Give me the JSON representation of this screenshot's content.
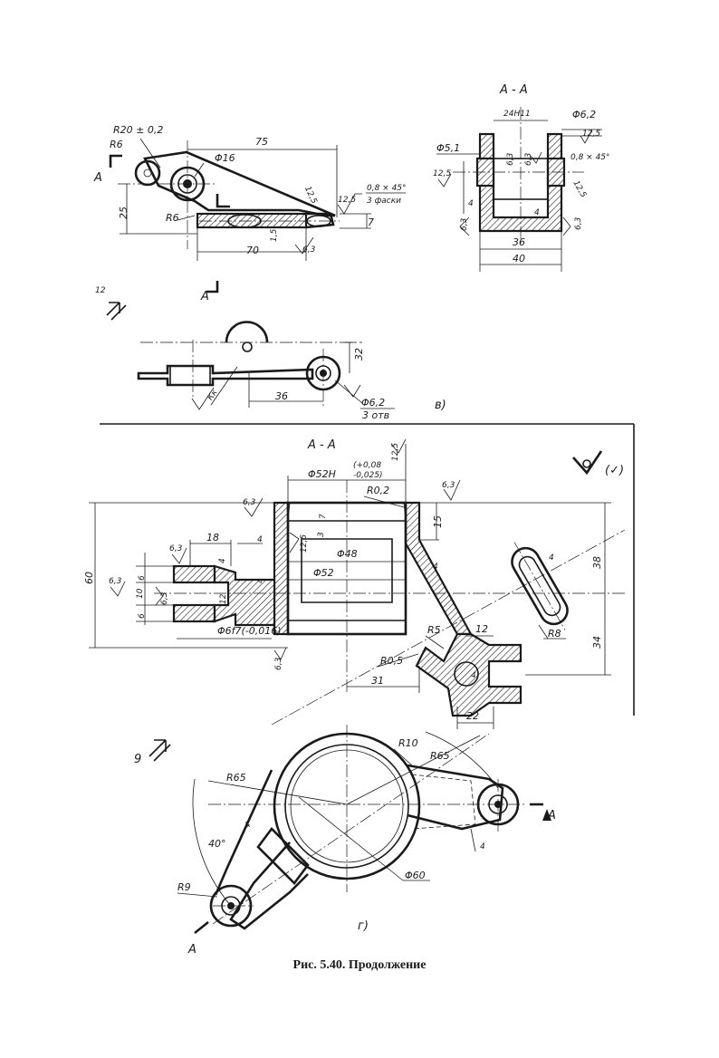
{
  "caption": "Рис. 5.40. Продолжение",
  "view_v": {
    "panel_label": "в)",
    "section_mark": "A",
    "section_title": "A - A",
    "view_arrow": "12",
    "dims": {
      "r20": "R20 ± 0,2",
      "r6_top": "R6",
      "r6_low": "R6",
      "d16": "Φ16",
      "d75": "75",
      "d25": "25",
      "d70": "70",
      "d1_5": "1,5",
      "d7": "7",
      "rough_12_5a": "12,5",
      "rough_12_5b": "12,5",
      "rough_6_3": "6,3",
      "chamfer": "0,8 × 45°",
      "chamfer_note": "3 фаски",
      "d24h11": "24H11",
      "d6_2a": "Φ6,2",
      "d5_1": "Φ5,1",
      "rough_12_5c": "12,5",
      "rough_12_5d": "12,5",
      "rough_6_3b": "6,3",
      "rough_6_3c": "6,3",
      "rough_6_3d": "6,3",
      "rough_6_3e": "6,3",
      "chamfer_b": "0,8 × 45°",
      "rough_12_5e": "12,5",
      "d4a": "4",
      "d4b": "4",
      "d36a": "36",
      "d40": "40",
      "d32": "32",
      "d36b": "36",
      "kk": "Кк",
      "d6_2b": "Φ6,2",
      "holes_note": "3 отв"
    }
  },
  "view_g": {
    "panel_label": "г)",
    "section_title": "A - A",
    "section_mark": "A",
    "view_arrow": "9",
    "general_roughness": "(✓)",
    "dims": {
      "d52h": "Φ52H",
      "tol_up": "(+0,08",
      "tol_low": "-0,025)",
      "rough_12_5": "12,5",
      "rough_6_3a": "6,3",
      "rough_6_3b": "6,3",
      "rough_6_3c": "6,3",
      "rough_6_3d": "6,3",
      "rough_6_3e": "6,3",
      "rough_6_3f": "6,3",
      "rough_12_5b": "12,5",
      "r0_2": "R0,2",
      "d15": "15",
      "d7": "7",
      "d3": "3",
      "d48": "Φ48",
      "d52": "Φ52",
      "d18": "18",
      "d4a": "4",
      "d4b": "4",
      "d4c": "4",
      "d4d": "4",
      "d4e": "4",
      "d4f": "4",
      "d4g": "4",
      "d6a": "6",
      "d6b": "6",
      "d10": "10",
      "d12a": "12",
      "d12b": "12",
      "d60": "60",
      "d38": "38",
      "d34": "34",
      "d22": "22",
      "d31": "31",
      "r5": "R5",
      "r0_5": "R0,5",
      "r8": "R8",
      "d6f7": "Φ6f7(-0,016)",
      "r10": "R10",
      "r65a": "R65",
      "r65b": "R65",
      "deg40": "40°",
      "r9": "R9",
      "d60c": "Φ60"
    }
  }
}
